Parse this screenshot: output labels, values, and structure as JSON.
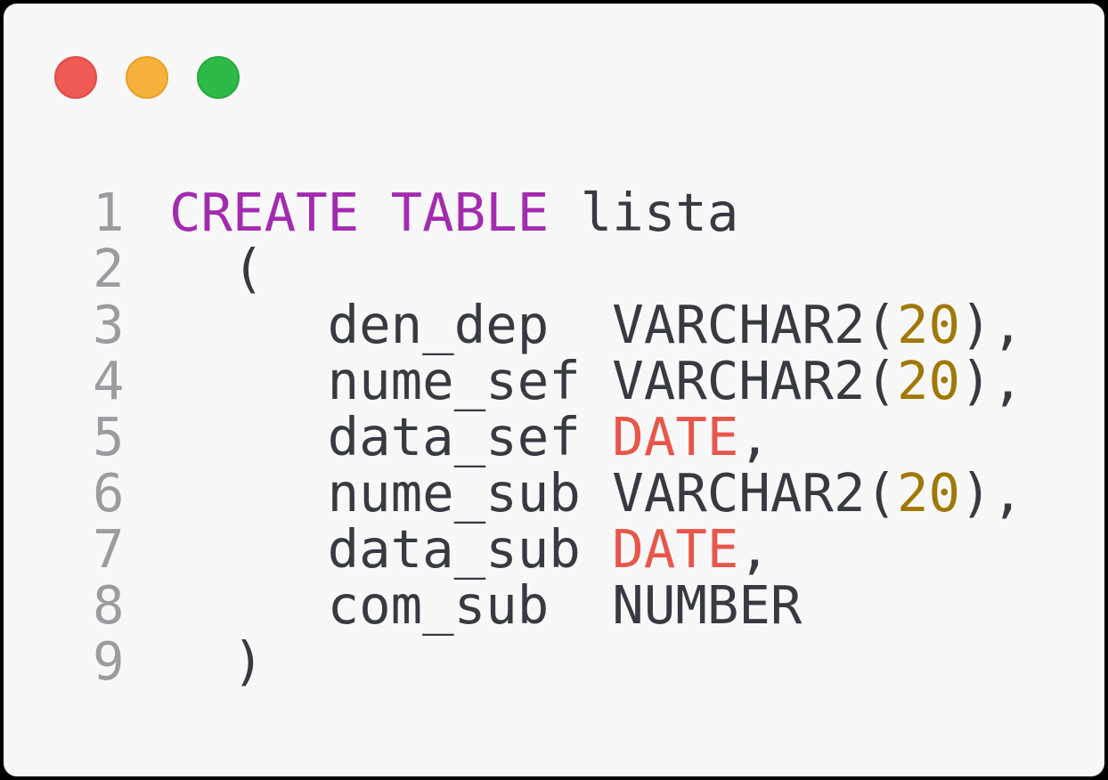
{
  "window": {
    "frame_color": "#000000",
    "background": "#f8f8f9",
    "traffic_lights": [
      {
        "name": "close-button",
        "fill": "#ef5a55",
        "border": "#e04b47"
      },
      {
        "name": "minimize-button",
        "fill": "#f6b23c",
        "border": "#eb9f27"
      },
      {
        "name": "zoom-button",
        "fill": "#2eba49",
        "border": "#27ab3d"
      }
    ]
  },
  "syntax_colors": {
    "plain": "#383a42",
    "keyword": "#a32bb0",
    "number": "#a17808",
    "datatype": "#e8564a",
    "line_number": "#9c9ca0"
  },
  "editor": {
    "language": "sql",
    "lines": [
      {
        "number": "1",
        "tokens": [
          {
            "text": "CREATE TABLE",
            "type": "keyword"
          },
          {
            "text": " lista",
            "type": "plain"
          }
        ]
      },
      {
        "number": "2",
        "tokens": [
          {
            "text": "  (",
            "type": "plain"
          }
        ]
      },
      {
        "number": "3",
        "tokens": [
          {
            "text": "     den_dep  VARCHAR2(",
            "type": "plain"
          },
          {
            "text": "20",
            "type": "number"
          },
          {
            "text": "),",
            "type": "plain"
          }
        ]
      },
      {
        "number": "4",
        "tokens": [
          {
            "text": "     nume_sef VARCHAR2(",
            "type": "plain"
          },
          {
            "text": "20",
            "type": "number"
          },
          {
            "text": "),",
            "type": "plain"
          }
        ]
      },
      {
        "number": "5",
        "tokens": [
          {
            "text": "     data_sef ",
            "type": "plain"
          },
          {
            "text": "DATE",
            "type": "datatype"
          },
          {
            "text": ",",
            "type": "plain"
          }
        ]
      },
      {
        "number": "6",
        "tokens": [
          {
            "text": "     nume_sub VARCHAR2(",
            "type": "plain"
          },
          {
            "text": "20",
            "type": "number"
          },
          {
            "text": "),",
            "type": "plain"
          }
        ]
      },
      {
        "number": "7",
        "tokens": [
          {
            "text": "     data_sub ",
            "type": "plain"
          },
          {
            "text": "DATE",
            "type": "datatype"
          },
          {
            "text": ",",
            "type": "plain"
          }
        ]
      },
      {
        "number": "8",
        "tokens": [
          {
            "text": "     com_sub  NUMBER",
            "type": "plain"
          }
        ]
      },
      {
        "number": "9",
        "tokens": [
          {
            "text": "  )",
            "type": "plain"
          }
        ]
      }
    ]
  }
}
